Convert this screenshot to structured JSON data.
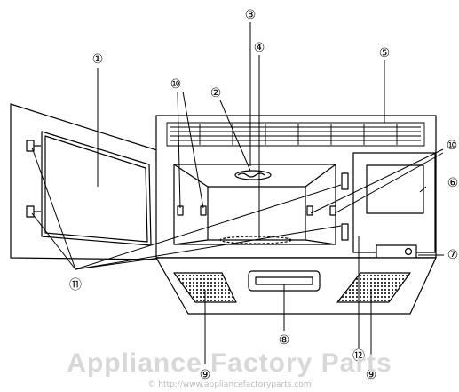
{
  "callouts": {
    "c1": "①",
    "c2": "②",
    "c3": "③",
    "c4": "④",
    "c5": "⑤",
    "c6": "⑥",
    "c7": "⑦",
    "c8": "⑧",
    "c9a": "⑨",
    "c9b": "⑨",
    "c10a": "⑩",
    "c10b": "⑩",
    "c11": "⑪",
    "c12": "⑫"
  },
  "watermark": {
    "main": "Appliance Factory Parts",
    "sub": "© http://www.appliancefactoryparts.com"
  }
}
